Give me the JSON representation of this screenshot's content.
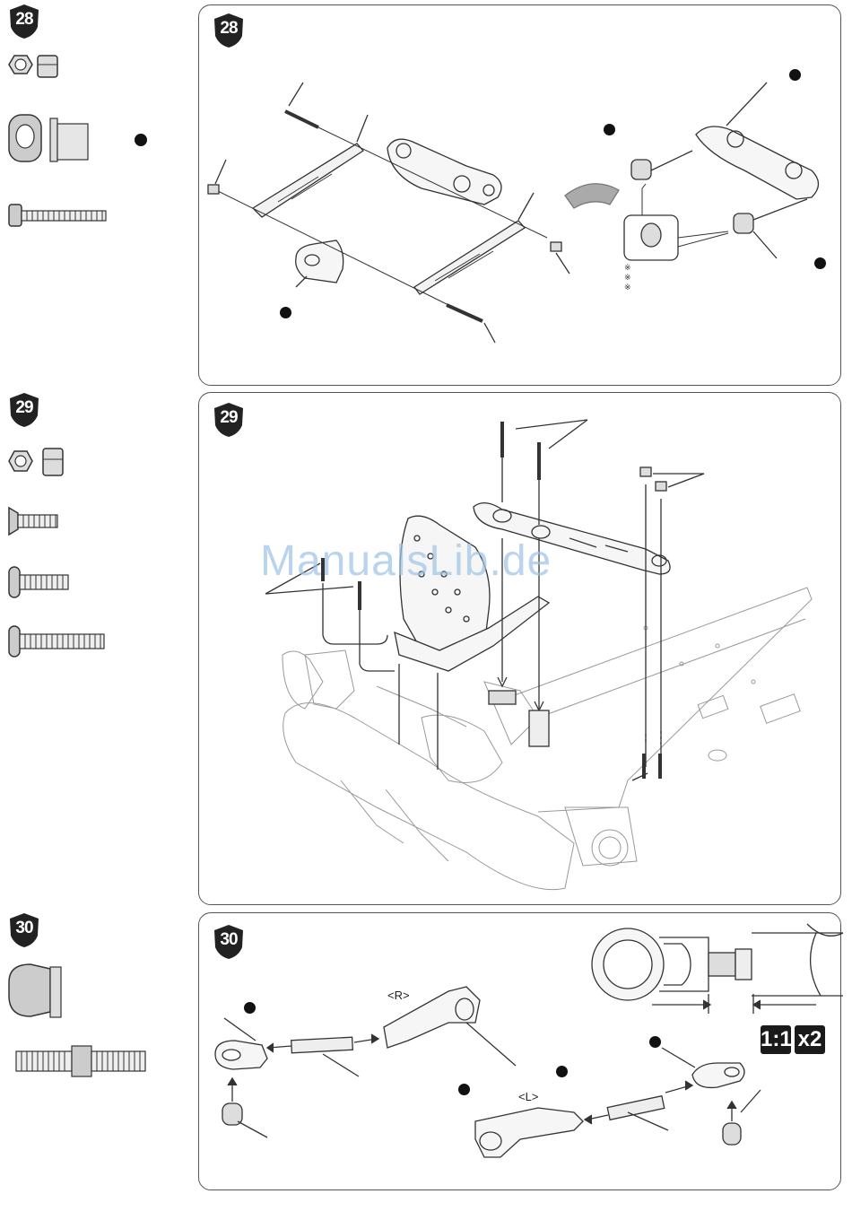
{
  "steps": [
    {
      "number": "28"
    },
    {
      "number": "29"
    },
    {
      "number": "30"
    }
  ],
  "watermark": "ManualsLib.de",
  "step30": {
    "right_label": "<R>",
    "left_label": "<L>",
    "scale_ratio": "1:1",
    "scale_qty": "x2"
  },
  "step28": {
    "asterisks": [
      "※",
      "※",
      "※"
    ]
  },
  "icons": [
    "lock-nut-icon",
    "flanged-bushing-icon",
    "cap-screw-icon",
    "countersunk-screw-icon",
    "button-head-screw-icon",
    "ball-stud-icon",
    "turnbuckle-icon"
  ]
}
